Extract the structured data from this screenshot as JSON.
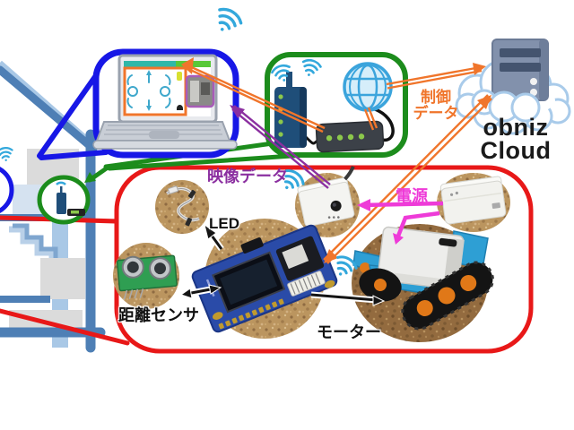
{
  "diagram": {
    "labels": {
      "control_line1": "制御",
      "control_line2": "データ",
      "video_data": "映像データ",
      "power": "電源",
      "led": "LED",
      "distance_sensor": "距離センサ",
      "motor": "モーター"
    },
    "cloud": {
      "brand": "obniz",
      "product": "Cloud"
    },
    "colors": {
      "control_data_arrow": "#F0752B",
      "video_data_arrow": "#8B2FA0",
      "power_arrow": "#EE3BD8",
      "laptop_callout": "#1717E6",
      "lan_callout": "#1C8C1C",
      "device_zone": "#E81818",
      "wifi_icon": "#33A8DC",
      "cloud_logo_text": "#1A1A1A"
    },
    "icons": {
      "wifi": "wifi-waves",
      "globe": "internet-globe",
      "cloud": "cloud-shape",
      "server": "server-tower"
    }
  }
}
